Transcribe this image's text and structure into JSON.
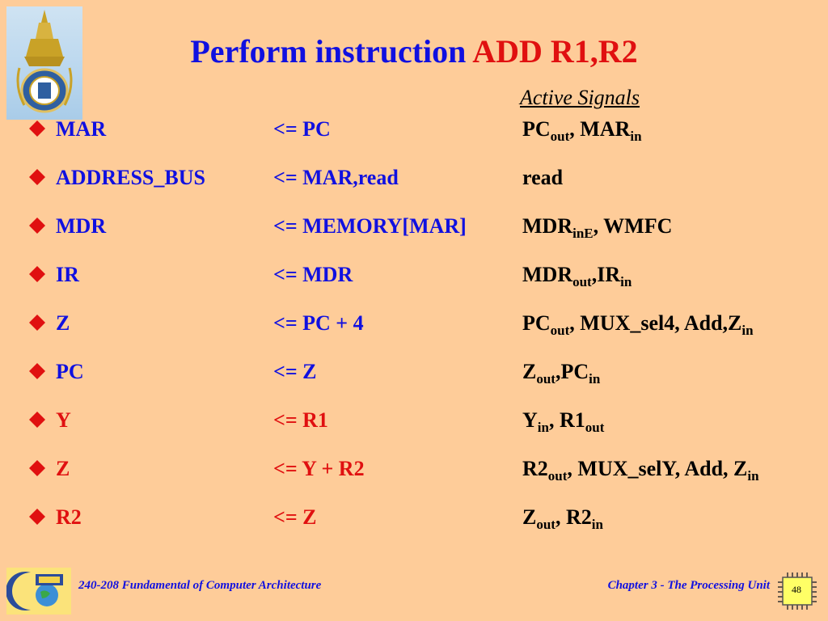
{
  "title": {
    "part1": "Perform instruction ",
    "part2": "ADD R1,R2"
  },
  "signals_header": "Active Signals",
  "rows": [
    {
      "dest": "MAR",
      "op": "<= PC",
      "signals": [
        [
          "PC",
          ""
        ],
        [
          "out",
          "sub"
        ],
        [
          ", MAR",
          ""
        ],
        [
          "in",
          "sub"
        ]
      ],
      "color": "#1010E0"
    },
    {
      "dest": "ADDRESS_BUS",
      "op": "<= MAR,read",
      "signals": [
        [
          "read",
          ""
        ]
      ],
      "color": "#1010E0"
    },
    {
      "dest": "MDR",
      "op": "<= MEMORY[MAR]",
      "signals": [
        [
          "MDR",
          ""
        ],
        [
          "inE",
          "sub"
        ],
        [
          ", WMFC",
          ""
        ]
      ],
      "color": "#1010E0"
    },
    {
      "dest": "IR",
      "op": "<= MDR",
      "signals": [
        [
          "MDR",
          ""
        ],
        [
          "out",
          "sub"
        ],
        [
          ",IR",
          ""
        ],
        [
          "in",
          "sub"
        ]
      ],
      "color": "#1010E0"
    },
    {
      "dest": "Z",
      "op": "<=  PC + 4",
      "signals": [
        [
          "PC",
          ""
        ],
        [
          "out",
          "sub"
        ],
        [
          ", MUX_sel4, Add,Z",
          ""
        ],
        [
          "in",
          "sub"
        ]
      ],
      "color": "#1010E0"
    },
    {
      "dest": "PC",
      "op": "<= Z",
      "signals": [
        [
          "Z",
          ""
        ],
        [
          "out",
          "sub"
        ],
        [
          ",PC",
          ""
        ],
        [
          "in",
          "sub"
        ]
      ],
      "color": "#1010E0"
    },
    {
      "dest": "Y",
      "op": "<= R1",
      "signals": [
        [
          "Y",
          ""
        ],
        [
          "in",
          "sub"
        ],
        [
          ", R1",
          ""
        ],
        [
          "out",
          "sub"
        ]
      ],
      "color": "#E01010"
    },
    {
      "dest": "Z",
      "op": "<= Y + R2",
      "signals": [
        [
          "R2",
          ""
        ],
        [
          "out",
          "sub"
        ],
        [
          ", MUX_selY, Add, Z",
          ""
        ],
        [
          "in",
          "sub"
        ]
      ],
      "color": "#E01010"
    },
    {
      "dest": "R2",
      "op": "<= Z",
      "signals": [
        [
          "Z",
          ""
        ],
        [
          "out",
          "sub"
        ],
        [
          ", R2",
          ""
        ],
        [
          "in",
          "sub"
        ]
      ],
      "color": "#E01010"
    }
  ],
  "footer": {
    "course": "240-208 Fundamental of Computer Architecture",
    "chapter": "Chapter 3 - The Processing Unit",
    "page": "48"
  },
  "colors": {
    "background": "#FECC99",
    "blue": "#1010E0",
    "red": "#E01010"
  }
}
